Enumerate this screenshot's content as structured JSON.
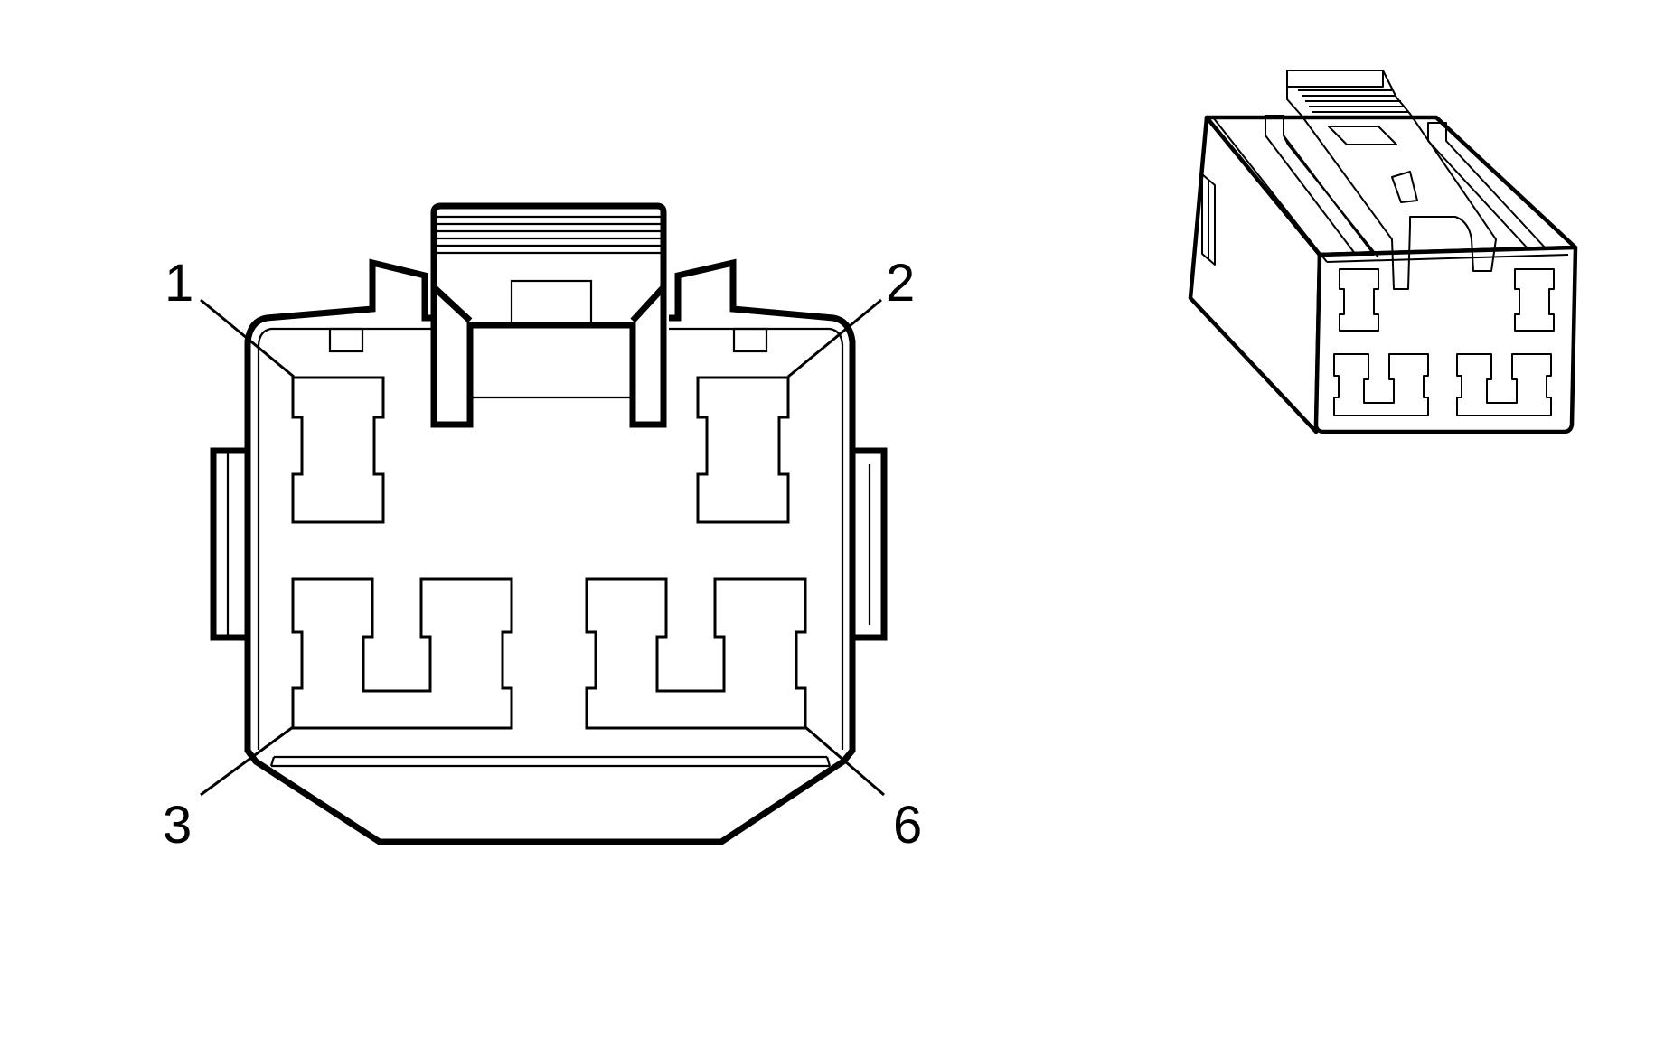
{
  "diagram": {
    "pin_labels": [
      "1",
      "2",
      "3",
      "6"
    ],
    "colors": {
      "line": "#000000",
      "background": "#ffffff"
    }
  }
}
